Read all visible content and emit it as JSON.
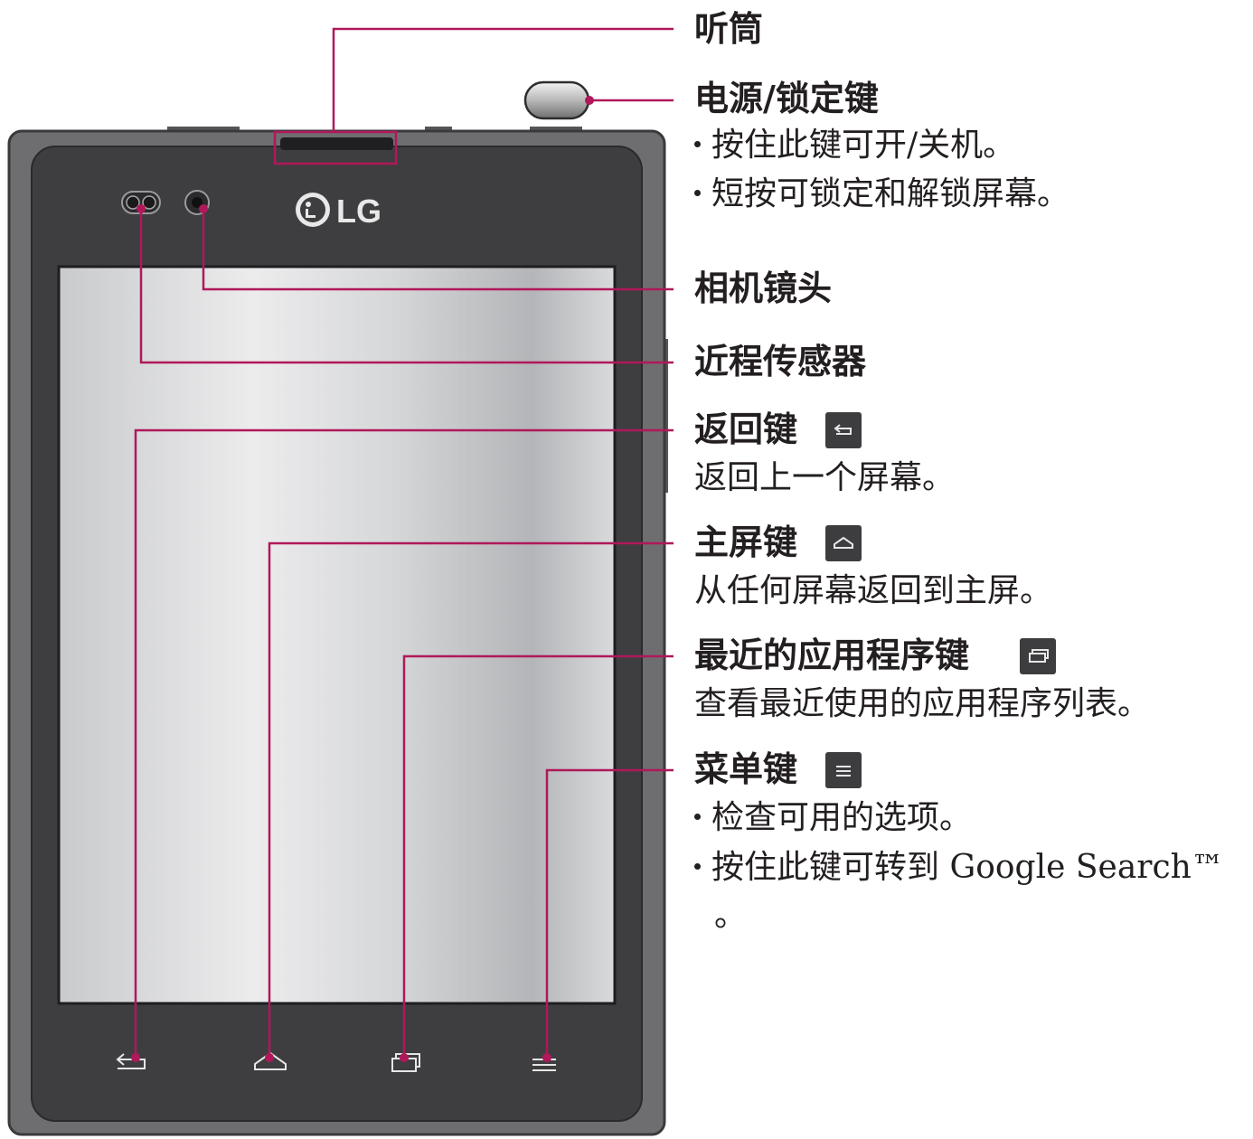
{
  "colors": {
    "callout_line": "#b0185a",
    "phone_frame": "#6e6e70",
    "bezel": "#3e3e40",
    "label_text": "#231f20"
  },
  "logo": {
    "text": "LG"
  },
  "callouts": {
    "earpiece": {
      "title": "听筒"
    },
    "power_lock": {
      "title": "电源/锁定键",
      "bullets": [
        "按住此键可开/关机。",
        "短按可锁定和解锁屏幕。"
      ]
    },
    "camera_lens": {
      "title": "相机镜头"
    },
    "proximity_sensor": {
      "title": "近程传感器"
    },
    "back_key": {
      "title": "返回键",
      "icon": "back-arrow-icon",
      "description": "返回上一个屏幕。"
    },
    "home_key": {
      "title": "主屏键",
      "icon": "home-icon",
      "description": "从任何屏幕返回到主屏。"
    },
    "recent_apps_key": {
      "title": "最近的应用程序键",
      "icon": "recent-apps-icon",
      "description": "查看最近使用的应用程序列表。"
    },
    "menu_key": {
      "title": "菜单键",
      "icon": "menu-icon",
      "bullets": [
        "检查可用的选项。",
        "按住此键可转到 Google Search™"
      ],
      "trailing": "。"
    }
  }
}
